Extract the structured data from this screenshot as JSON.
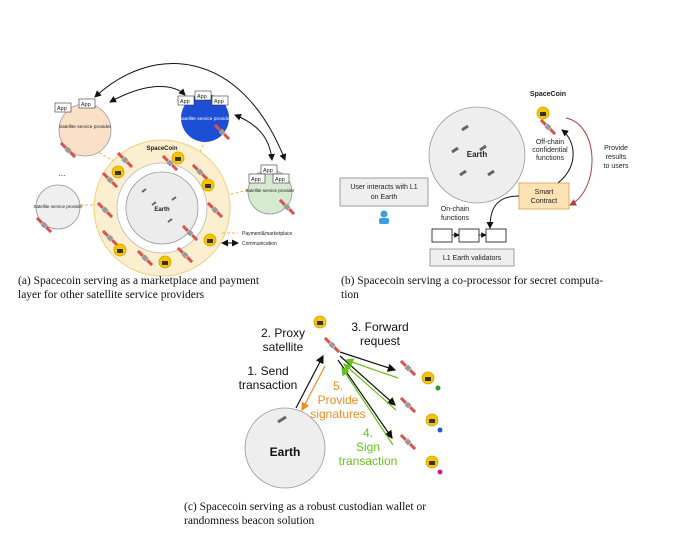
{
  "figure_a": {
    "app_label": "App",
    "provider_label": "Satellite service provider",
    "spacecoin_label": "SpaceCoin",
    "earth_label": "Earth",
    "ellipsis": "...",
    "legend_payment": "Payment&marketplace",
    "legend_communication": "Communication",
    "caption": [
      "(a)  Spacecoin serving as a marketplace and payment",
      "layer for other satellite service providers"
    ]
  },
  "figure_b": {
    "spacecoin_label": "SpaceCoin",
    "earth_label": "Earth",
    "offchain_label": [
      "Off-chain",
      "confidential",
      "functions"
    ],
    "provide_label": [
      "Provide",
      "results",
      "to users"
    ],
    "user_label": [
      "User interacts with L1",
      "on Earth"
    ],
    "smart_contract": [
      "Smart",
      "Contract"
    ],
    "onchain_label": [
      "On-chain",
      "functions"
    ],
    "validators_label": "L1 Earth validators",
    "caption": [
      "(b) Spacecoin serving a co-processor for secret computa-",
      "tion"
    ]
  },
  "figure_c": {
    "proxy_label": [
      "2. Proxy",
      "satellite"
    ],
    "forward_label": [
      "3. Forward",
      "request"
    ],
    "send_label": [
      "1. Send",
      "transaction"
    ],
    "provide_label": [
      "5.",
      "Provide",
      "signatures"
    ],
    "sign_label": [
      "4.",
      "Sign",
      "transaction"
    ],
    "earth_label": "Earth",
    "caption": [
      "(c) Spacecoin serving as a robust custodian wallet or",
      "randomness beacon solution"
    ]
  },
  "colors": {
    "orange": "#f08c1e",
    "green": "#66c21a",
    "provider_fill": "#fbe0c8",
    "provider_blue": "#1d4fd6",
    "provider_green": "#d6ead1",
    "spacecoin_ring": "#fcefcf",
    "smart_contract": "#fde3b3",
    "dark_red": "#b04040"
  }
}
